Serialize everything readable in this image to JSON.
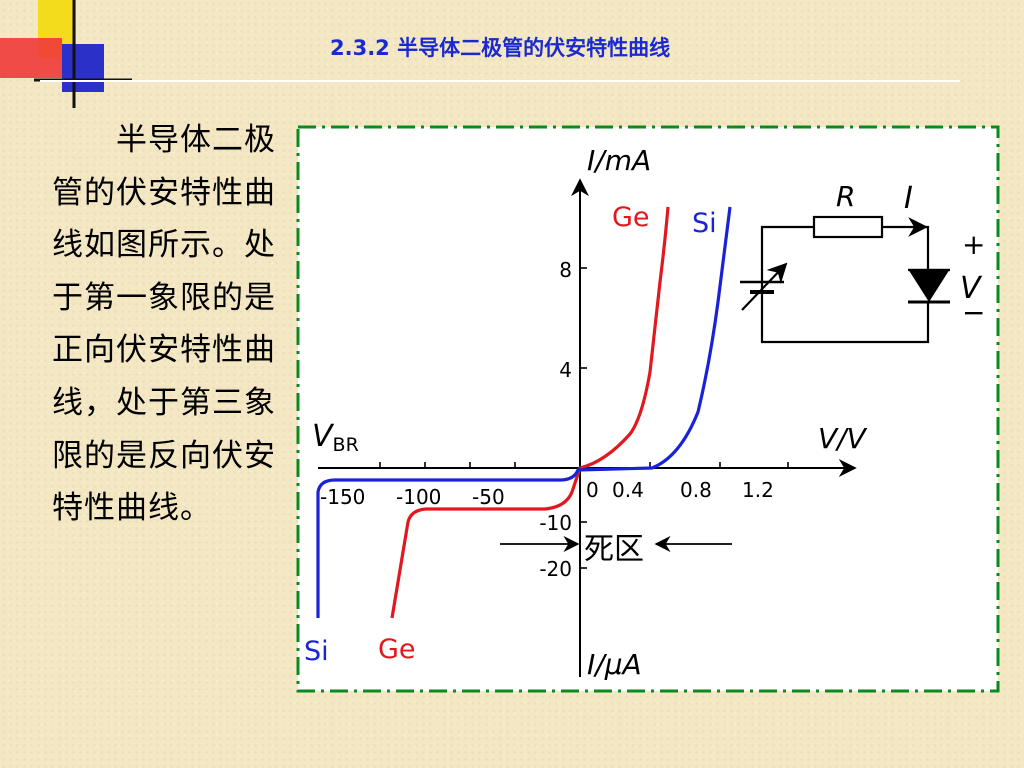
{
  "slide": {
    "title": "2.3.2 半导体二极管的伏安特性曲线",
    "description": "半导体二极管的伏安特性曲线如图所示。处于第一象限的是正向伏安特性曲线，处于第三象限的是反向伏安特性曲线。"
  },
  "diagram": {
    "y_axis_top_label": "I/mA",
    "y_axis_bottom_label": "I/μA",
    "x_axis_label": "V/V",
    "vbr_label": "V",
    "vbr_subscript": "BR",
    "pos_ticks": [
      "8",
      "4"
    ],
    "neg_y_ticks": [
      "-10",
      "-20"
    ],
    "neg_x_ticks": [
      "-150",
      "-100",
      "-50"
    ],
    "pos_x_ticks": [
      "0",
      "0.4",
      "0.8",
      "1.2"
    ],
    "dead_zone_label": "死区",
    "curve_labels": {
      "ge": "Ge",
      "si": "Si"
    },
    "circuit": {
      "resistor": "R",
      "current": "I",
      "voltage": "V",
      "plus": "+",
      "minus": "−"
    },
    "colors": {
      "ge": "#e0191f",
      "si": "#1a22d8",
      "frame": "#0b8a1d",
      "text_blue": "#1a2ad0"
    }
  }
}
